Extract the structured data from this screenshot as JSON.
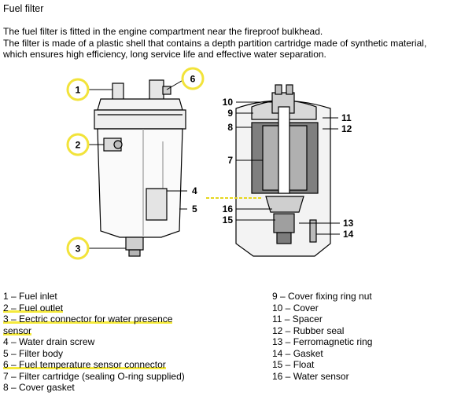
{
  "document": {
    "title": "Fuel filter",
    "paragraph": [
      "The fuel filter is fitted in the engine compartment near the fireproof bulkhead.",
      "The filter is made of a plastic shell that contains a depth partition cartridge made of synthetic material,",
      "which ensures high efficiency, long service life and effective water separation."
    ]
  },
  "diagram": {
    "left_callouts": [
      "1",
      "2",
      "3",
      "4",
      "5",
      "6"
    ],
    "right_callouts": [
      "10",
      "9",
      "8",
      "7",
      "16",
      "15",
      "11",
      "12",
      "13",
      "14"
    ]
  },
  "legend": {
    "left": [
      "1 – Fuel inlet",
      "2 – Fuel outlet",
      "3 – Eectric connector for water presence",
      "sensor",
      "4 – Water drain screw",
      "5 – Filter body",
      "6 – Fuel temperature sensor connector",
      "7 – Filter cartridge (sealing O-ring supplied)",
      "8 – Cover gasket"
    ],
    "right": [
      "9 – Cover fixing ring nut",
      "10 – Cover",
      "11 – Spacer",
      "12 – Rubber seal",
      "13 – Ferromagnetic ring",
      "14 – Gasket",
      "15 – Float",
      "16 – Water sensor"
    ]
  },
  "colors": {
    "highlight": "#f5ea3c",
    "line": "#000000",
    "shade": "#9a9a9a"
  }
}
